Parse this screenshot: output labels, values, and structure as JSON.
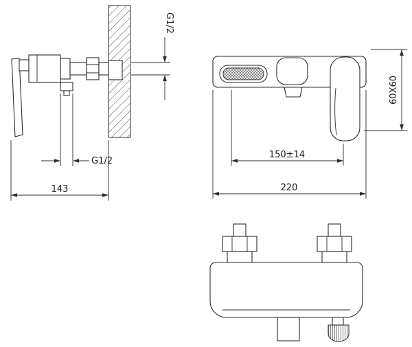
{
  "colors": {
    "background": "#ffffff",
    "line": "#2b2b2b",
    "text": "#1a1a1a"
  },
  "side_view": {
    "thread_top": "G1/2",
    "thread_bottom": "G1/2",
    "overall_depth": "143"
  },
  "front_view": {
    "port_spacing": "150±14",
    "overall_width": "220",
    "body_section": "60X60"
  }
}
